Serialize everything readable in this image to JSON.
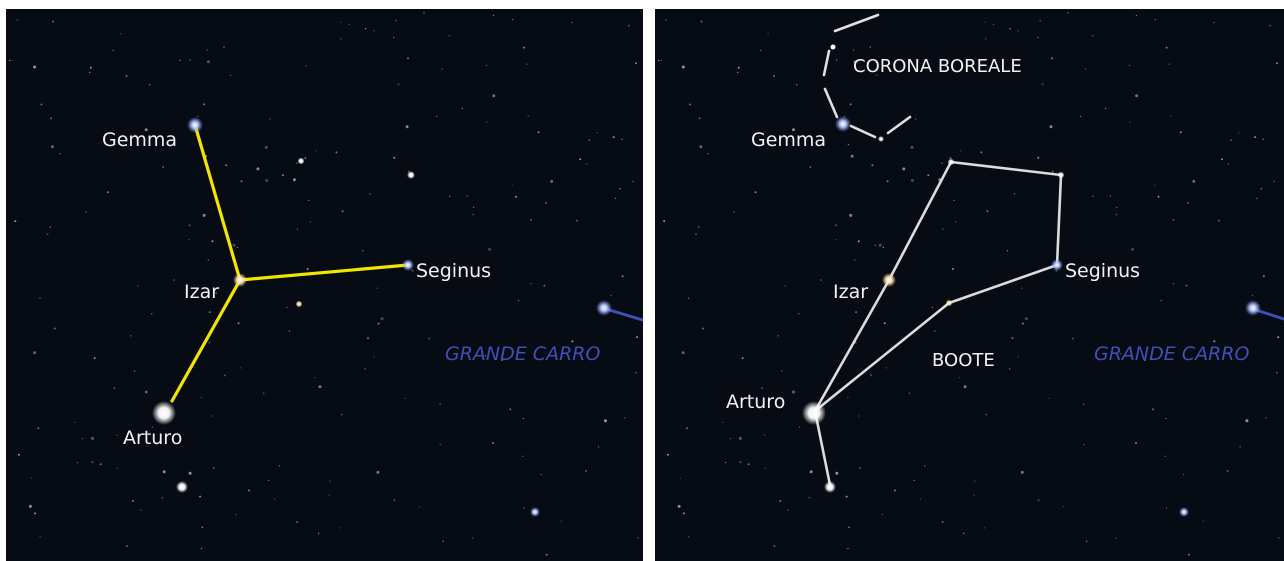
{
  "colors": {
    "sky": "#070b13",
    "separator": "#ffffff",
    "asterism_line": "#f2e600",
    "constellation_line": "#dcdcdc",
    "label": "#f2f2f2",
    "grande_carro_label": "#3f4fb8",
    "grande_carro_line": "#3f4fb8"
  },
  "left_panel": {
    "labels": {
      "gemma": "Gemma",
      "izar": "Izar",
      "seginus": "Seginus",
      "arturo": "Arturo",
      "grande_carro": "GRANDE CARRO"
    }
  },
  "right_panel": {
    "labels": {
      "corona_boreale": "CORONA BOREALE",
      "gemma": "Gemma",
      "izar": "Izar",
      "seginus": "Seginus",
      "boote": "BOOTE",
      "arturo": "Arturo",
      "grande_carro": "GRANDE CARRO"
    }
  }
}
